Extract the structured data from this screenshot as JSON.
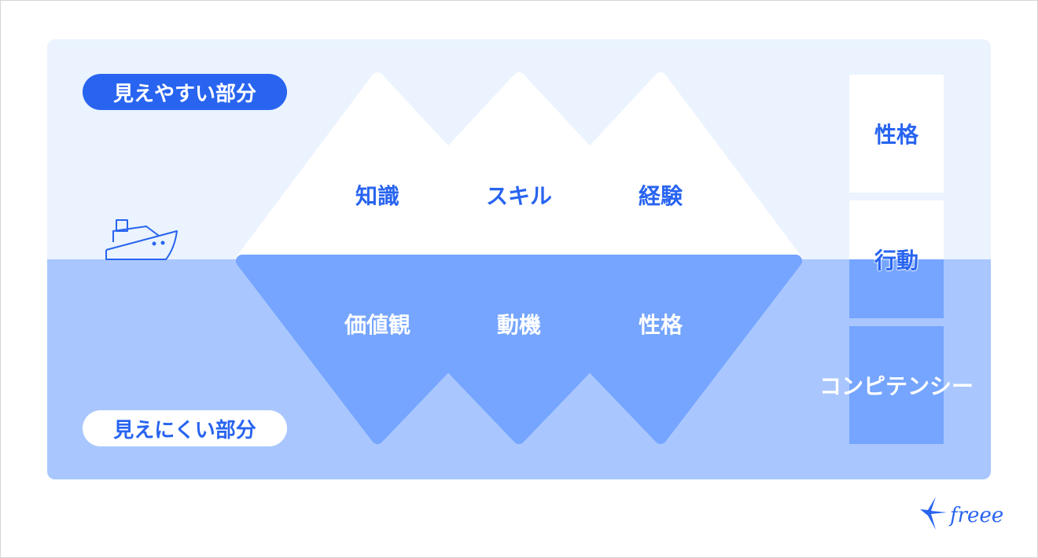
{
  "colors": {
    "accent": "#2864f0",
    "above_water": "#eaf3fe",
    "below_water": "#a9c7fe",
    "iceberg_below": "#75a5fe",
    "iceberg_above": "#ffffff"
  },
  "visible_label": "見えやすい部分",
  "hidden_label": "見えにくい部分",
  "iceberg_top": [
    "知識",
    "スキル",
    "経験"
  ],
  "iceberg_bottom": [
    "価値観",
    "動機",
    "性格"
  ],
  "side_column": [
    "性格",
    "行動",
    "コンピテンシー"
  ],
  "logo": "freee",
  "icons": [
    "ship-icon",
    "freee-bird-logo"
  ]
}
